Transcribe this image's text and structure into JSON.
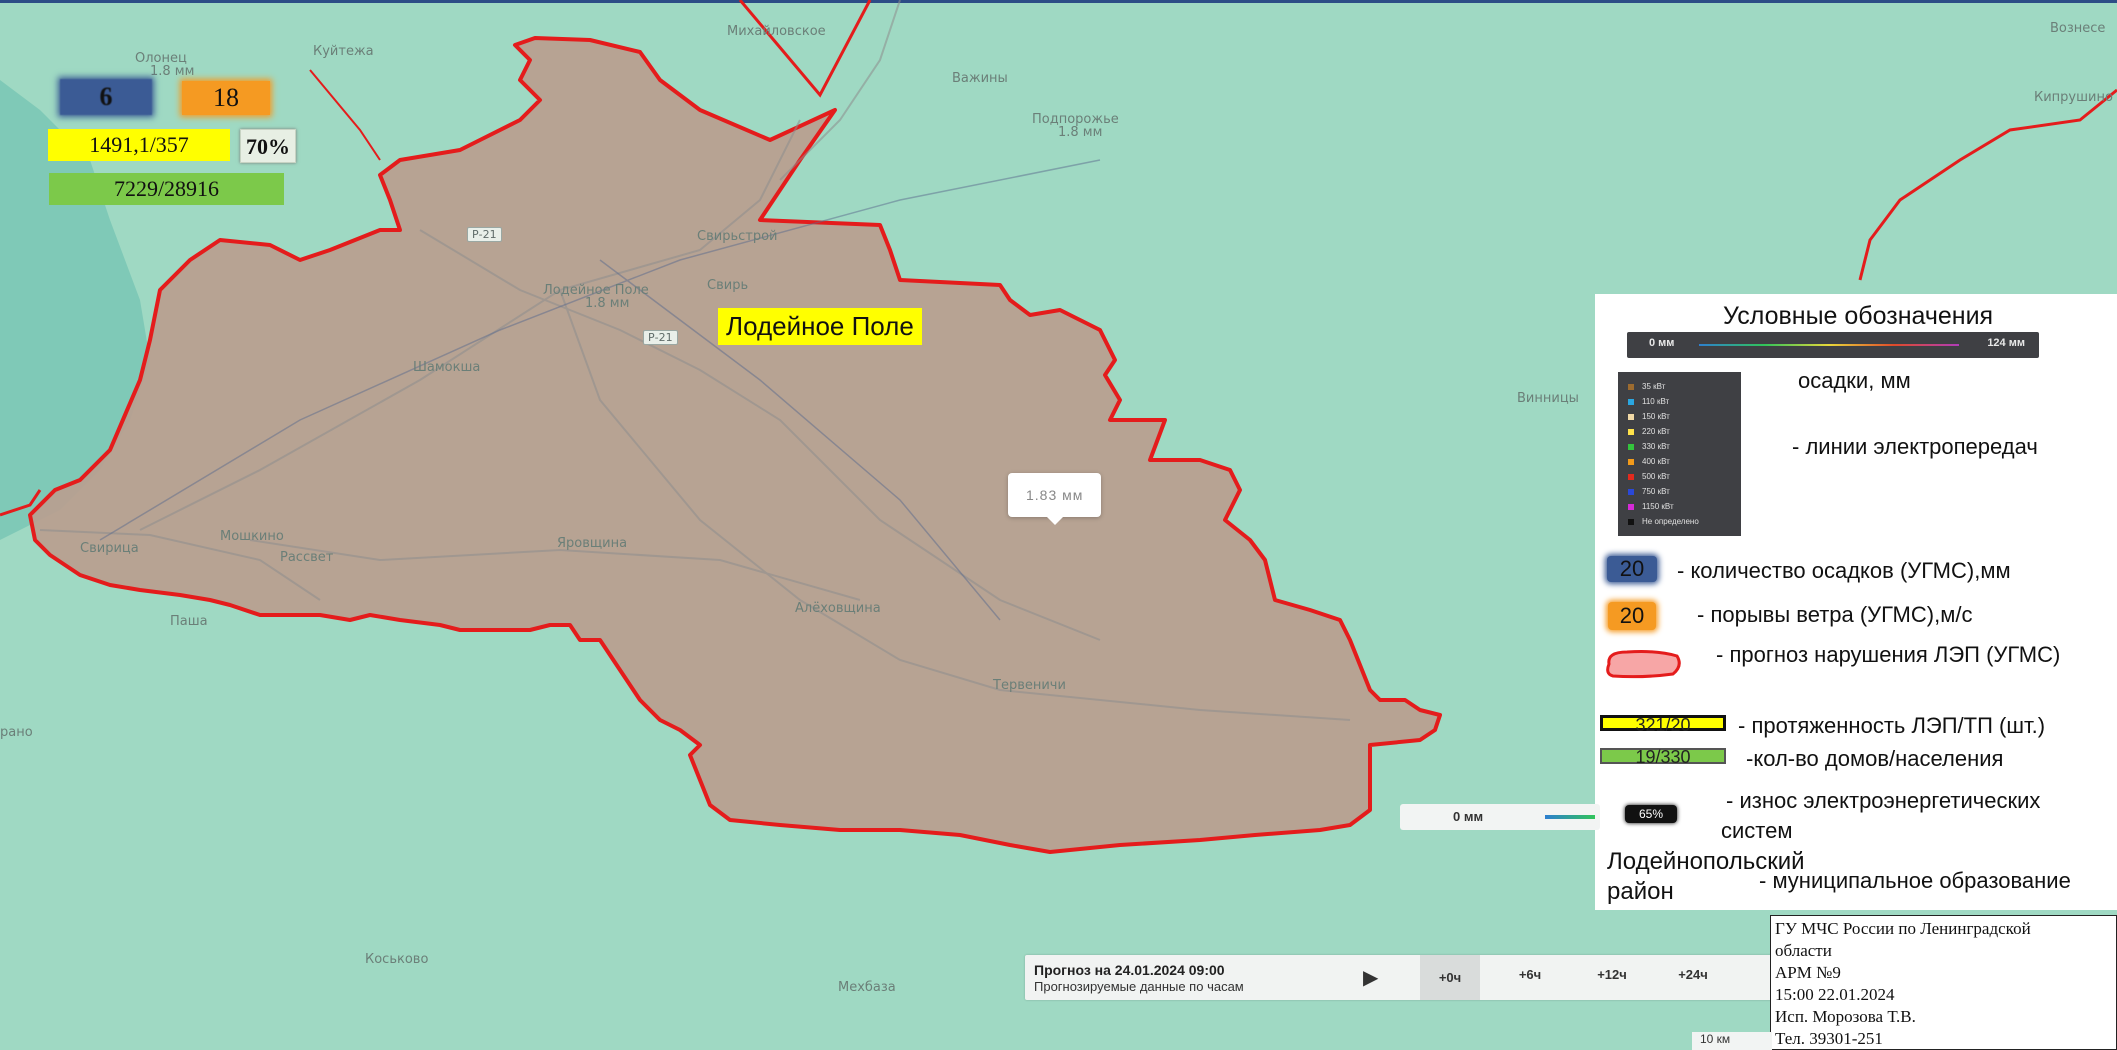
{
  "map": {
    "district_label": "Лодейное Поле",
    "tooltip": "1.83 мм",
    "place_names": [
      {
        "name": "Олонец",
        "sub": "1.8 мм"
      },
      {
        "name": "Куйтежа"
      },
      {
        "name": "Михайловское"
      },
      {
        "name": "Важины"
      },
      {
        "name": "Подпорожье",
        "sub": "1.8 мм"
      },
      {
        "name": "Вознесе"
      },
      {
        "name": "Кипрушино"
      },
      {
        "name": "Свирьстрой"
      },
      {
        "name": "Свирь"
      },
      {
        "name": "Лодейное Поле",
        "sub": "1.8 мм"
      },
      {
        "name": "Шамокша"
      },
      {
        "name": "Мошкино"
      },
      {
        "name": "Рассвет"
      },
      {
        "name": "Свирица"
      },
      {
        "name": "Яровщина"
      },
      {
        "name": "Паша"
      },
      {
        "name": "Алёховщина"
      },
      {
        "name": "Винницы"
      },
      {
        "name": "Тервеничи"
      },
      {
        "name": "Коськово"
      },
      {
        "name": "Мехбаза"
      },
      {
        "name": "рано"
      }
    ],
    "road_badges": [
      "Р-21",
      "Р-21"
    ]
  },
  "stats": {
    "precip": "6",
    "wind": "18",
    "lines": "1491,1/357",
    "wear": "70%",
    "houses": "7229/28916"
  },
  "legend": {
    "title": "Условные обозначения",
    "gradient_min": "0 мм",
    "gradient_max": "124 мм",
    "precip_label": "осадки, мм",
    "lines_label": "- линии электропередач",
    "line_types": [
      {
        "label": "35 кВт",
        "color": "#9c6b2f"
      },
      {
        "label": "110 кВт",
        "color": "#2aa6e0"
      },
      {
        "label": "150 кВт",
        "color": "#f1d9a6"
      },
      {
        "label": "220 кВт",
        "color": "#ffe24a"
      },
      {
        "label": "330 кВт",
        "color": "#33c43c"
      },
      {
        "label": "400 кВт",
        "color": "#f29a1a"
      },
      {
        "label": "500 кВт",
        "color": "#e22a1e"
      },
      {
        "label": "750 кВт",
        "color": "#2a48d8"
      },
      {
        "label": "1150 кВт",
        "color": "#d62ad8"
      },
      {
        "label": "Не определено",
        "color": "#111111"
      }
    ],
    "sample_precip": "20",
    "precip_count_label": "- количество осадков (УГМС),мм",
    "sample_wind": "20",
    "wind_label": "- порывы ветра (УГМС),м/с",
    "violation_label": "- прогноз нарушения ЛЭП (УГМС)",
    "sample_lines": "321/20",
    "lines_len_label": "- протяженность ЛЭП/ТП (шт.)",
    "sample_houses": "19/330",
    "houses_label": "-кол-во домов/населения",
    "sample_wear": "65%",
    "wear_label_1": "- износ электроэнергетических",
    "wear_label_2": "систем",
    "district_1": "Лодейнопольский",
    "district_2": "район",
    "municipal_label": "- муниципальное образование"
  },
  "forecast": {
    "title": "Прогноз на 24.01.2024 09:00",
    "subtitle": "Прогнозируемые данные по часам",
    "steps": [
      "+0ч",
      "+6ч",
      "+12ч",
      "+24ч"
    ],
    "scale_min": "0 мм"
  },
  "info": {
    "line1": "ГУ МЧС России по Ленинградской",
    "line2": "области",
    "line3": "АРМ №9",
    "line4": "15:00 22.01.2024",
    "line5": "Исп. Морозова Т.В.",
    "line6": "Тел. 39301-251"
  },
  "scale": "10 км",
  "colors": {
    "map_bg": "#9fd9c3",
    "district_fill": "#b89e8f",
    "border": "#e41c1c",
    "yellow": "#ffff00",
    "green": "#7cc94a",
    "blue": "#3b5b95",
    "orange": "#f59a22"
  }
}
